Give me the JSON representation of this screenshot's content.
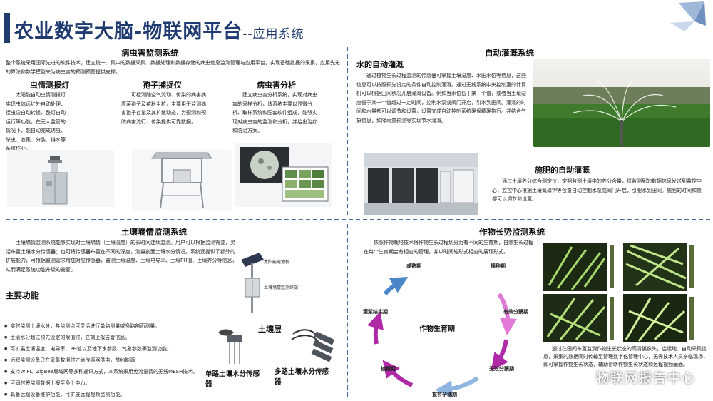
{
  "header": {
    "title": "农业数字大脑-物联网平台",
    "subtitle": "--应用系统"
  },
  "pest": {
    "title": "病虫害监测系统",
    "intro": "整个系统采用国际先进的软件技术，建立统一、集中的数据采集、数据处理和数据存储的病虫信息监测管理与应用平台，实现基础数据的采集，应用先进的算法和数学模型来为病虫害的预测预警提供支撑。",
    "lamp": {
      "title": "虫情测报灯",
      "text": "太阳能自动虫情测报灯实现虫体远红外自动处理、接虫袋自动转换、整灯自动运行等功能。在无人监管的情况下，能自动完成诱虫、杀虫、收集、分装、排水等系统作业。"
    },
    "spore": {
      "title": "孢子捕捉仪",
      "text": "可检测随空气流动、传染的病害病原菌孢子及花粉尘粒，主要用于监测病害孢子存量及其扩散动态，为预测和预防病害流行、传染提供可靠数据。"
    },
    "analysis": {
      "title": "病虫害分析",
      "text": "建立病虫害分析系统，实现对病虫害的采样分析，该系统主要以显微分析、取样系统和配套软件组成，能够实现对病虫害的监测和分析，并给出治疗和防治方案。"
    }
  },
  "irrigation": {
    "title": "自动灌溉系统",
    "water": {
      "title": "水的自动灌溉",
      "text": "通过植物生长过程监测的传感器可掌握土壤湿度、水田水位等信息，这些信息可以按照预先设定的条件自动控制灌溉。通过无线系统中央控制室的计算机可以根据田间状况开启灌溉设备。例如当水位低于某一个值，或者当土壤湿度低于某一个值超过一定时间，控制水泵或阀门开启，引水到田间。灌溉的时间和水量都可以调节和设置，设置完成自动控制系统确保精确执行。并结合气象信息，如降雨量预测等实现节水灌溉。"
    },
    "fertilizer": {
      "title": "施肥的自动灌溉",
      "text": "通过土壤养分综合测定仪，定期监测土壤中的养分含量，将监测到的数据信息发送到监控中心，监控中心根据土壤氮磷钾等含量自动控制水泵或阀门开启，引肥水到田间。施肥的时间和量都可以调节和设置。"
    }
  },
  "soil": {
    "title": "土壤墒情监测系统",
    "text": "土壤墒情监测系统能够实现对土壤墒情（土壤湿度）的长时间连续监测。用户可以根据监测需要，灵活布置土壤水分传感器；也可将传感器布置在不同的深度，测量剖面土壤水分情况。系统还提供了额外的扩展能力，可根据监测需求增加对应传感器，监测土壤温度、土壤电导率、土壤PH值、土壤养分等信息，从而满足系统功能升级的需要。",
    "functions_title": "主要功能",
    "functions": [
      "实时监测土壤水分，各监测点可灵活进行单路测量或多路剖面测量。",
      "土壤水分超过预先设定的限值时，立刻上报告警信息。",
      "可扩展土壤温度、电导率、PH值以及地下水参数、气象参数等监测功能。",
      "远程监测设备只在采集数据时才给传感器供电，节约能源",
      "支持WIFI、ZigBee局域网等多种通讯方式，本系统采用免流量费的无线MESH技术。",
      "可同时将监测数据上报至多个中心。",
      "具备远程设备维护功能，可扩展远程视频监测功能。"
    ],
    "station_labels": [
      "太阳能电池板",
      "土壤墒情监测终端"
    ],
    "layer_label": "土壤层",
    "sensor_single": "单路土壤水分传感器",
    "sensor_multi": "多路土壤水分传感器"
  },
  "growth": {
    "title": "作物长势监测系统",
    "text": "依照作物栽培技术将作物生长过程划分为有不同的生育期，自然生长过程在每个生育期会有相应的管理，并以时间轴形式相应的展现形式。",
    "center": "作物生育期",
    "stages": [
      "播种期",
      "有效分蘖期",
      "无效分蘖期",
      "拔节孕穗期",
      "抽穗期",
      "灌浆结实期",
      "成熟期"
    ],
    "photo_text": "通过在田间布置监测作物生长状态的高清摄像头，连续地、自动采集信息，采集的数据同时传输至管理数字化管理中心，无需技术人员亲临现场，即可掌握作物生长状态，辅助诊断作物生长状态和远程视频画面。",
    "watermark": "物联网报告中心"
  },
  "colors": {
    "brand": "#1f3b70",
    "dashed": "#4a6a9a",
    "cycle_purple": "#b02aa8",
    "cycle_blue": "#4a86c8"
  }
}
